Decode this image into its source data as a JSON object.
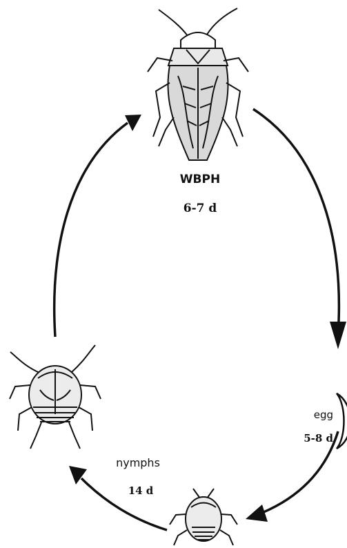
{
  "stages": {
    "adult": {
      "name": "WBPH",
      "duration": "6-7 d"
    },
    "egg": {
      "name": "egg",
      "duration": "5-8 d"
    },
    "nymphs": {
      "name": "nymphs",
      "duration": "14 d"
    }
  },
  "colors": {
    "ink": "#111111",
    "background": "#ffffff"
  }
}
